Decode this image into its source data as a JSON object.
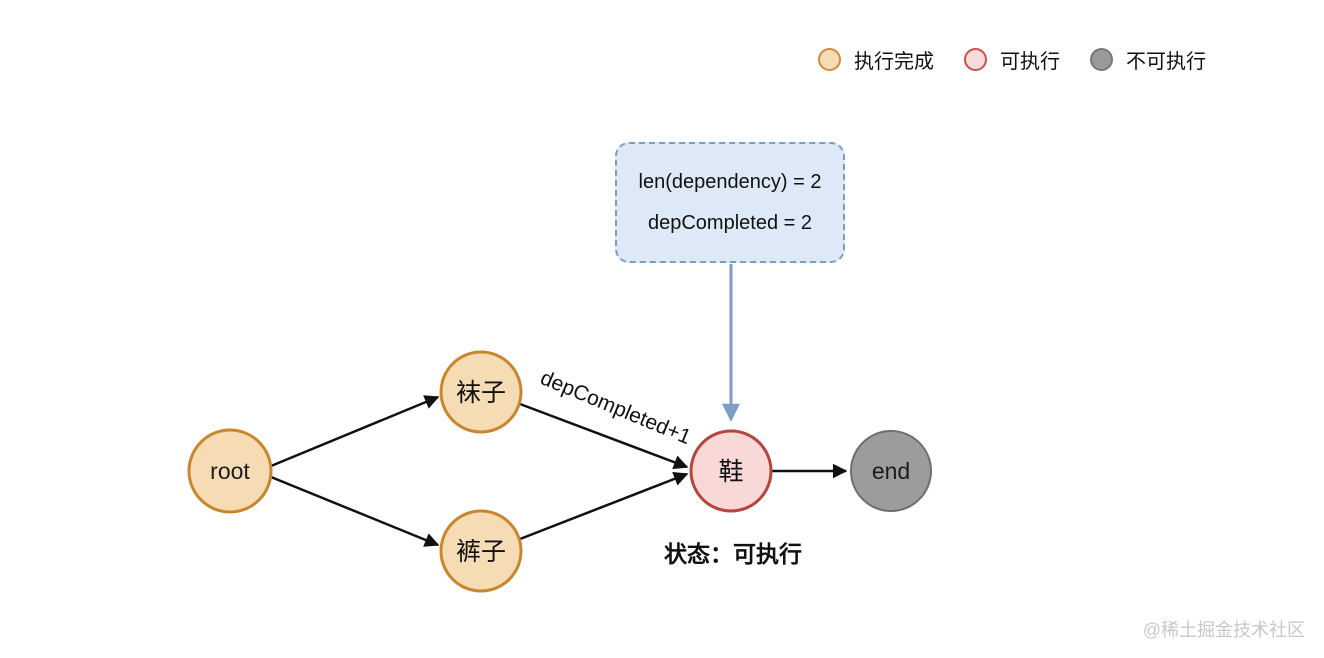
{
  "legend": {
    "items": [
      {
        "label": "执行完成",
        "status": "completed",
        "fill": "#F6DCB4",
        "border": "#D08C36"
      },
      {
        "label": "可执行",
        "status": "executable",
        "fill": "#F8DBDA",
        "border": "#C4524E"
      },
      {
        "label": "不可执行",
        "status": "not-executable",
        "fill": "#9A9A9A",
        "border": "#787878"
      }
    ]
  },
  "annotation": {
    "line1": "len(dependency) = 2",
    "line2": "depCompleted = 2"
  },
  "graph": {
    "nodes": [
      {
        "id": "root",
        "label": "root",
        "status": "completed"
      },
      {
        "id": "socks",
        "label": "袜子",
        "status": "completed"
      },
      {
        "id": "pants",
        "label": "裤子",
        "status": "completed"
      },
      {
        "id": "shoes",
        "label": "鞋",
        "status": "executable"
      },
      {
        "id": "end",
        "label": "end",
        "status": "not-executable"
      }
    ],
    "edges": [
      {
        "from": "root",
        "to": "socks",
        "label": ""
      },
      {
        "from": "root",
        "to": "pants",
        "label": ""
      },
      {
        "from": "socks",
        "to": "shoes",
        "label": "depCompleted+1"
      },
      {
        "from": "pants",
        "to": "shoes",
        "label": ""
      },
      {
        "from": "shoes",
        "to": "end",
        "label": ""
      }
    ]
  },
  "status_caption": "状态：可执行",
  "watermark": "@稀土掘金技术社区",
  "colors": {
    "completed_fill": "#F6DCB4",
    "completed_border": "#D08C36",
    "executable_fill": "#F8D9D7",
    "executable_border": "#B6453E",
    "blocked_fill": "#9C9C9C",
    "blocked_border": "#6E6E6E",
    "annotation_fill": "#DDE9F7",
    "annotation_border": "#7E9CC0",
    "pointer_arrow": "#7E9CC4",
    "edge": "#111111"
  }
}
